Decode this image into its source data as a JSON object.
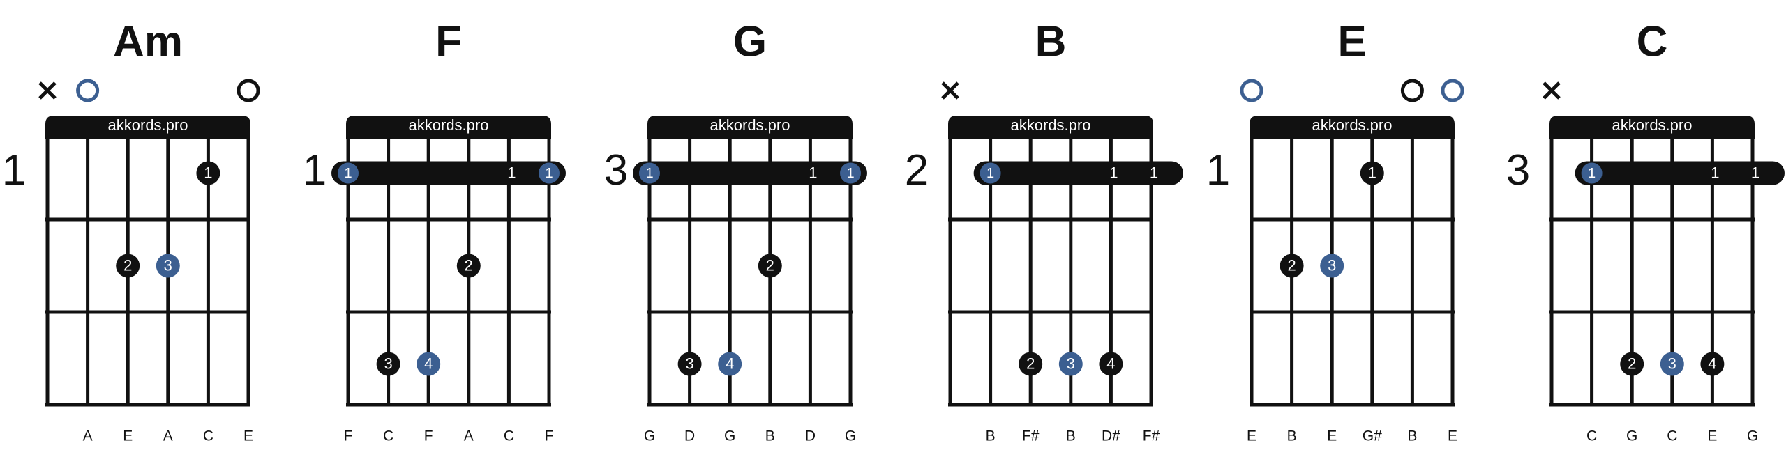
{
  "chords": [
    {
      "name": "Am",
      "fret_label": "1",
      "brand": "akkords.pro",
      "string_marks": [
        "x",
        "o-blue",
        "",
        "",
        "",
        "o-black"
      ],
      "barre": null,
      "dots": [
        {
          "string": 5,
          "fret": 1,
          "finger": "1",
          "color": "black"
        },
        {
          "string": 3,
          "fret": 2,
          "finger": "2",
          "color": "black"
        },
        {
          "string": 4,
          "fret": 2,
          "finger": "3",
          "color": "blue"
        }
      ],
      "notes": [
        "",
        "A",
        "E",
        "A",
        "C",
        "E"
      ]
    },
    {
      "name": "F",
      "fret_label": "1",
      "brand": "akkords.pro",
      "string_marks": [
        "",
        "",
        "",
        "",
        "",
        ""
      ],
      "barre": {
        "fret": 1,
        "from": 1,
        "to": 6,
        "left_finger": "1",
        "right_finger": "1",
        "inner_label": "1",
        "left_blue": true,
        "right_blue": true
      },
      "dots": [
        {
          "string": 4,
          "fret": 2,
          "finger": "2",
          "color": "black"
        },
        {
          "string": 2,
          "fret": 3,
          "finger": "3",
          "color": "black"
        },
        {
          "string": 3,
          "fret": 3,
          "finger": "4",
          "color": "blue"
        }
      ],
      "notes": [
        "F",
        "C",
        "F",
        "A",
        "C",
        "F"
      ]
    },
    {
      "name": "G",
      "fret_label": "3",
      "brand": "akkords.pro",
      "string_marks": [
        "",
        "",
        "",
        "",
        "",
        ""
      ],
      "barre": {
        "fret": 1,
        "from": 1,
        "to": 6,
        "left_finger": "1",
        "right_finger": "1",
        "inner_label": "1",
        "left_blue": true,
        "right_blue": true
      },
      "dots": [
        {
          "string": 4,
          "fret": 2,
          "finger": "2",
          "color": "black"
        },
        {
          "string": 2,
          "fret": 3,
          "finger": "3",
          "color": "black"
        },
        {
          "string": 3,
          "fret": 3,
          "finger": "4",
          "color": "blue"
        }
      ],
      "notes": [
        "G",
        "D",
        "G",
        "B",
        "D",
        "G"
      ]
    },
    {
      "name": "B",
      "fret_label": "2",
      "brand": "akkords.pro",
      "string_marks": [
        "x",
        "",
        "",
        "",
        "",
        ""
      ],
      "barre": {
        "fret": 1,
        "from": 2,
        "to": 6,
        "left_finger": "1",
        "right_finger": "",
        "inner_label": "1",
        "left_blue": true,
        "right_blue": false
      },
      "dots": [
        {
          "string": 3,
          "fret": 3,
          "finger": "2",
          "color": "black"
        },
        {
          "string": 4,
          "fret": 3,
          "finger": "3",
          "color": "blue"
        },
        {
          "string": 5,
          "fret": 3,
          "finger": "4",
          "color": "black"
        }
      ],
      "notes": [
        "",
        "B",
        "F#",
        "B",
        "D#",
        "F#"
      ]
    },
    {
      "name": "E",
      "fret_label": "1",
      "brand": "akkords.pro",
      "string_marks": [
        "o-blue",
        "",
        "",
        "",
        "o-black",
        "o-blue"
      ],
      "barre": null,
      "dots": [
        {
          "string": 4,
          "fret": 1,
          "finger": "1",
          "color": "black"
        },
        {
          "string": 2,
          "fret": 2,
          "finger": "2",
          "color": "black"
        },
        {
          "string": 3,
          "fret": 2,
          "finger": "3",
          "color": "blue"
        }
      ],
      "notes": [
        "E",
        "B",
        "E",
        "G#",
        "B",
        "E"
      ]
    },
    {
      "name": "C",
      "fret_label": "3",
      "brand": "akkords.pro",
      "string_marks": [
        "x",
        "",
        "",
        "",
        "",
        ""
      ],
      "barre": {
        "fret": 1,
        "from": 2,
        "to": 6,
        "left_finger": "1",
        "right_finger": "",
        "inner_label": "1",
        "left_blue": true,
        "right_blue": false
      },
      "dots": [
        {
          "string": 3,
          "fret": 3,
          "finger": "2",
          "color": "black"
        },
        {
          "string": 4,
          "fret": 3,
          "finger": "3",
          "color": "blue"
        },
        {
          "string": 5,
          "fret": 3,
          "finger": "4",
          "color": "black"
        }
      ],
      "notes": [
        "",
        "C",
        "G",
        "C",
        "E",
        "G"
      ]
    }
  ],
  "colors": {
    "ink": "#111111",
    "blue": "#3c5f91",
    "background": "#ffffff"
  }
}
